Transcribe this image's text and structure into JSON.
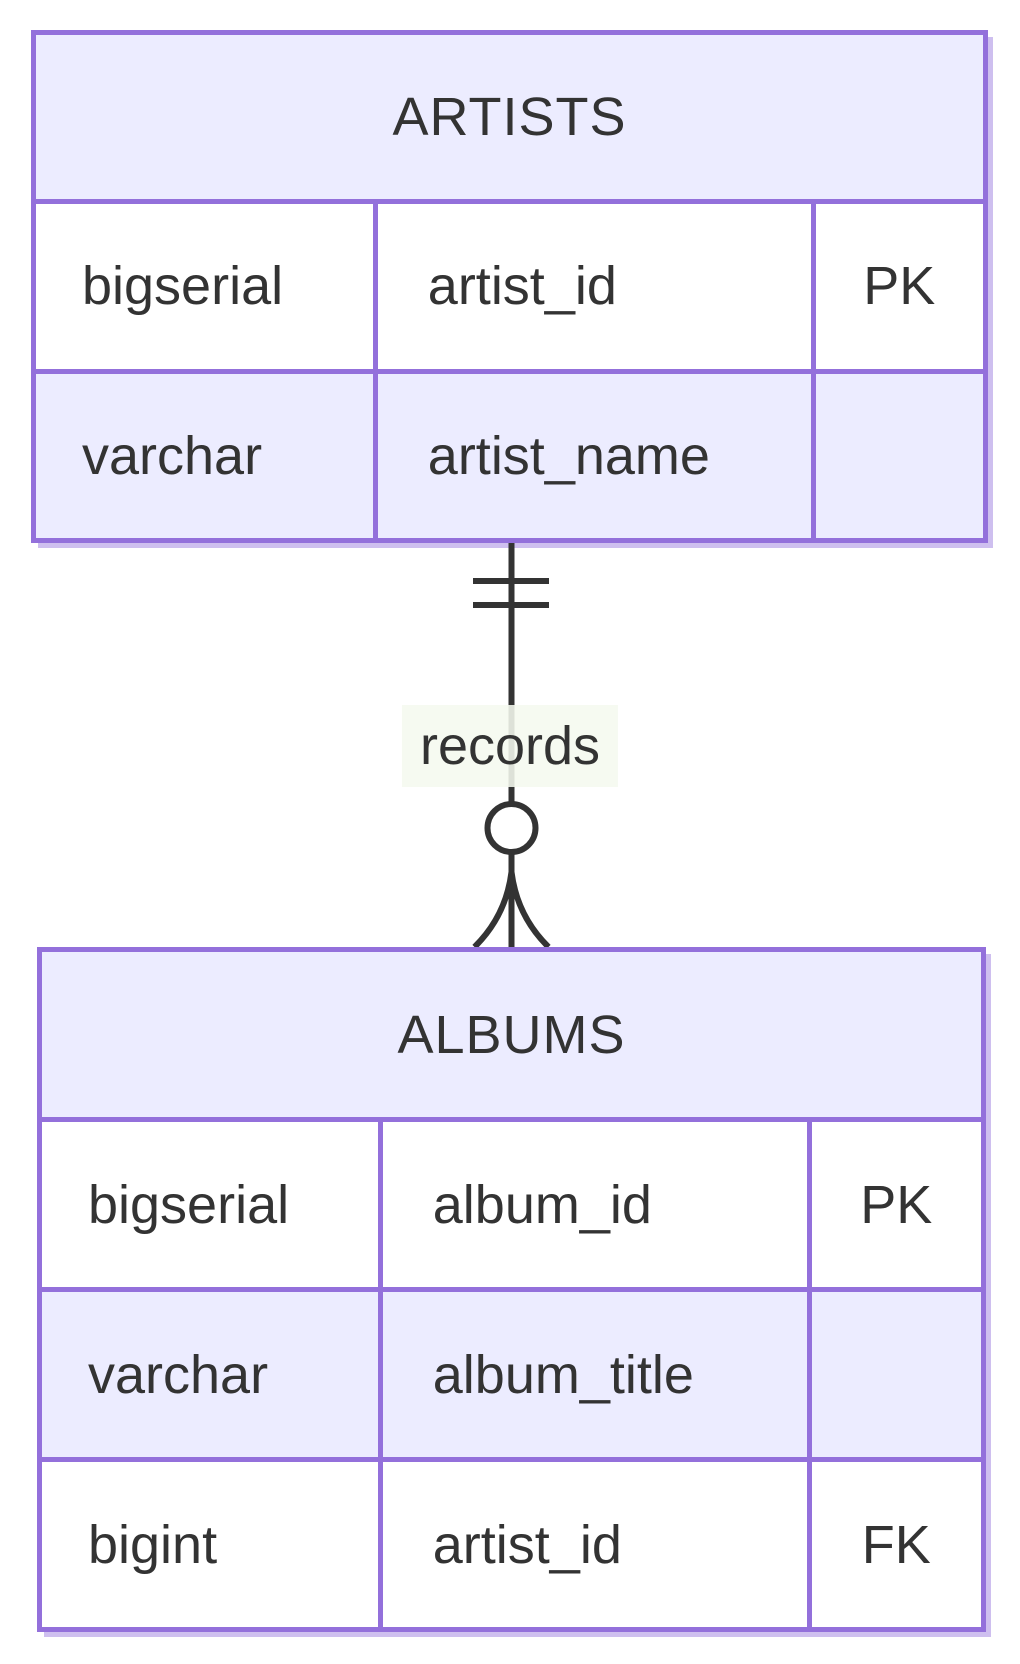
{
  "diagram": {
    "type": "entity-relationship",
    "entities": [
      {
        "name": "ARTISTS",
        "attributes": [
          {
            "type": "bigserial",
            "name": "artist_id",
            "key": "PK"
          },
          {
            "type": "varchar",
            "name": "artist_name",
            "key": ""
          }
        ]
      },
      {
        "name": "ALBUMS",
        "attributes": [
          {
            "type": "bigserial",
            "name": "album_id",
            "key": "PK"
          },
          {
            "type": "varchar",
            "name": "album_title",
            "key": ""
          },
          {
            "type": "bigint",
            "name": "artist_id",
            "key": "FK"
          }
        ]
      }
    ],
    "relationship": {
      "label": "records",
      "from": "ARTISTS",
      "to": "ALBUMS",
      "cardinality_from": "exactly-one",
      "cardinality_to": "zero-or-many"
    },
    "colors": {
      "border": "#9370DB",
      "entity_fill": "#ECECFF",
      "row_fill": "#ffffff",
      "text": "#333333",
      "line": "#333333",
      "label_background": "#f5f9ef"
    }
  }
}
